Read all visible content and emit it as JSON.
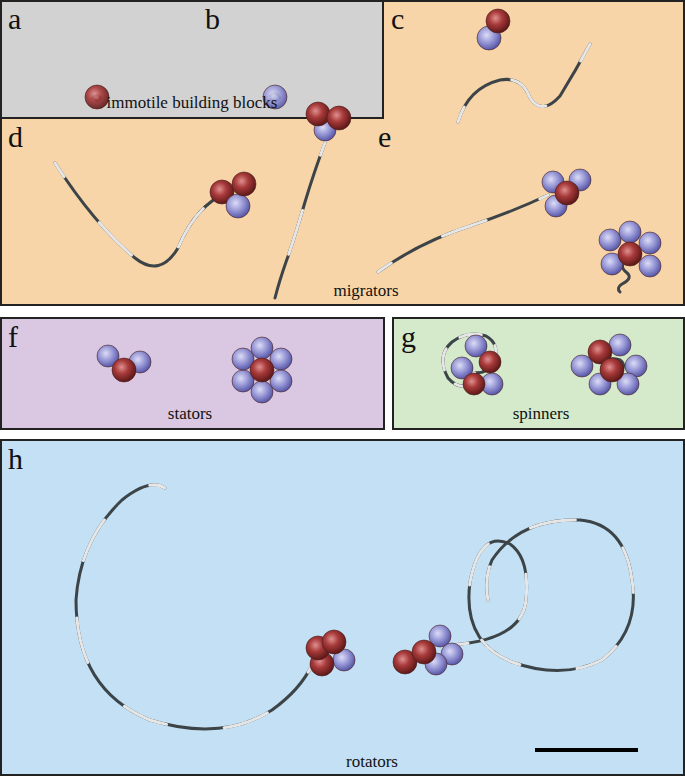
{
  "diagram": {
    "nodes": [
      {
        "text": [
          "a",
          "b",
          "immotile building blocks"
        ]
      },
      {
        "text": [
          "c"
        ]
      },
      {
        "text": [
          "d",
          "e",
          "migrators"
        ]
      },
      {
        "text": [
          "f",
          "stators"
        ]
      },
      {
        "text": [
          "g",
          "spinners"
        ]
      },
      {
        "text": [
          "h",
          "rotators"
        ]
      }
    ]
  }
}
